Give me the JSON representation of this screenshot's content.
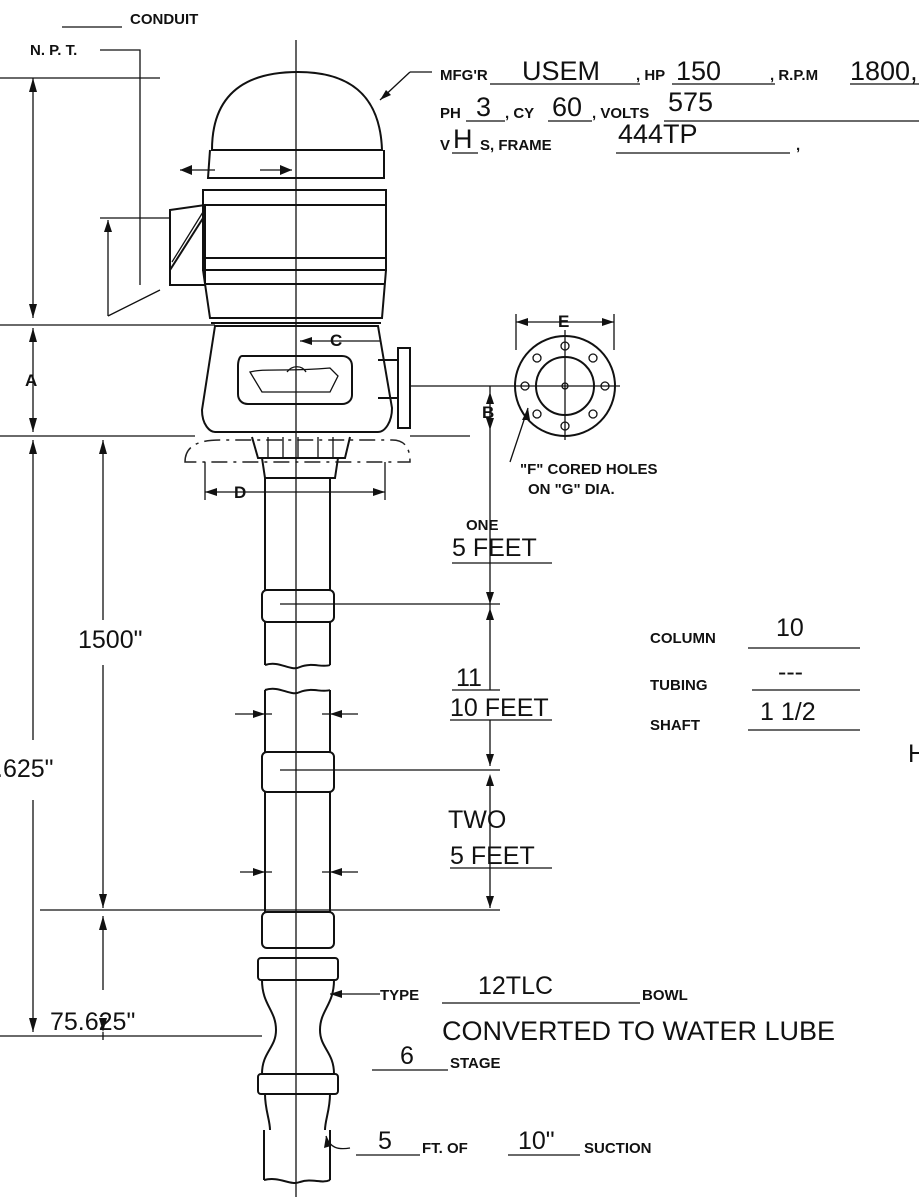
{
  "header": {
    "conduit_label": "CONDUIT",
    "npt_label": "N. P. T."
  },
  "motor": {
    "mfgr_label": "MFG'R",
    "mfgr_value": "USEM",
    "hp_label": ", HP",
    "hp_value": "150",
    "rpm_label": ", R.P.M",
    "rpm_value": "1800,",
    "ph_label": "PH",
    "ph_value": "3",
    "cy_label": ", CY",
    "cy_value": "60",
    "volts_label": ", VOLTS",
    "volts_value": "575",
    "vhs_prefix": "V",
    "vhs_value": "H",
    "vhs_suffix": "S, FRAME",
    "frame_value": "444TP",
    "frame_comma": ","
  },
  "dimensions": {
    "a": "A",
    "b": "B",
    "c": "C",
    "d": "D",
    "e": "E",
    "cored_holes_line1": "\"F\" CORED HOLES",
    "cored_holes_line2": "ON \"G\" DIA.",
    "setting_length": "1500\"",
    "overall_length_partial": ".625\"",
    "bowl_length": "75.625\""
  },
  "column_sections": {
    "top_count": "ONE",
    "top_length": "5 FEET",
    "mid_count": "11",
    "mid_length": "10 FEET",
    "low_count": "TWO",
    "low_length": "5 FEET"
  },
  "sizes": {
    "column_label": "COLUMN",
    "column_value": "10",
    "tubing_label": "TUBING",
    "tubing_value": "---",
    "shaft_label": "SHAFT",
    "shaft_value": "1 1/2"
  },
  "bowl": {
    "type_label": "TYPE",
    "type_value": "12TLC",
    "bowl_label": "BOWL",
    "conversion_note": "CONVERTED TO WATER LUBE",
    "stage_value": "6",
    "stage_label": "STAGE"
  },
  "suction": {
    "length_value": "5",
    "ft_of_label": "FT.  OF",
    "size_value": "10\"",
    "suction_label": "SUCTION"
  },
  "edge_fragment": "H"
}
